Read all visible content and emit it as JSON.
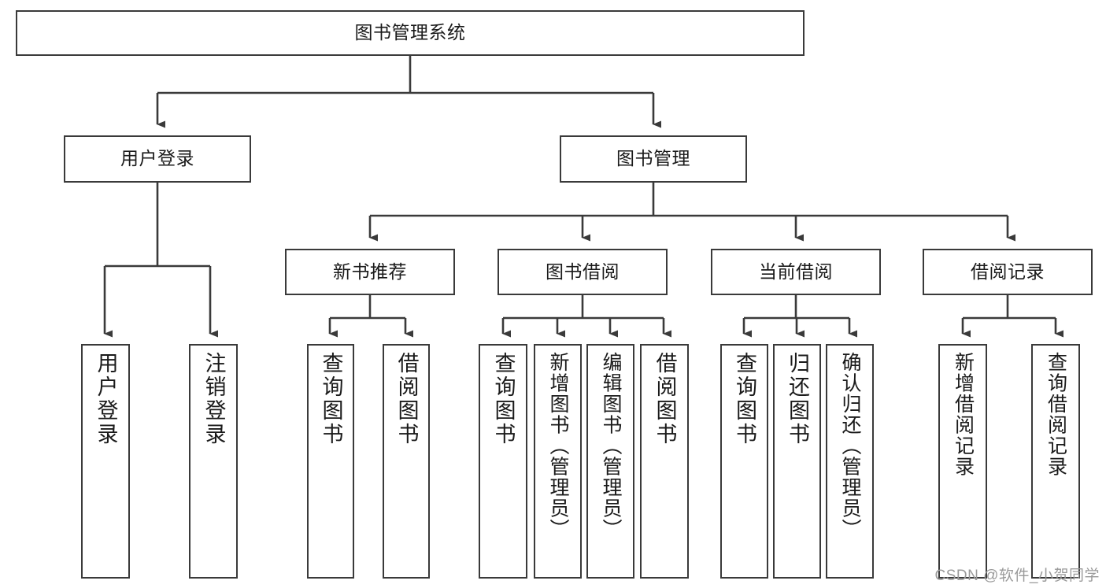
{
  "diagram": {
    "type": "tree-hierarchy-chart",
    "title": "图书管理系统",
    "line_color": "#3a3a3a",
    "text_color": "#1a1a1a",
    "background": "#ffffff",
    "root": {
      "id": "root",
      "label": "图书管理系统",
      "orientation": "horizontal"
    },
    "level1": [
      {
        "id": "user-login",
        "label": "用户登录",
        "orientation": "horizontal"
      },
      {
        "id": "book-manage",
        "label": "图书管理",
        "orientation": "horizontal"
      }
    ],
    "level2": [
      {
        "id": "new-book-recommend",
        "label": "新书推荐",
        "orientation": "horizontal",
        "parent": "book-manage"
      },
      {
        "id": "book-borrow",
        "label": "图书借阅",
        "orientation": "horizontal",
        "parent": "book-manage"
      },
      {
        "id": "current-borrow",
        "label": "当前借阅",
        "orientation": "horizontal",
        "parent": "book-manage"
      },
      {
        "id": "borrow-record",
        "label": "借阅记录",
        "orientation": "horizontal",
        "parent": "book-manage"
      }
    ],
    "leaves": [
      {
        "id": "leaf-user-login",
        "label": "用户登录",
        "parent": "user-login",
        "orientation": "vertical"
      },
      {
        "id": "leaf-user-logout",
        "label": "注销登录",
        "parent": "user-login",
        "orientation": "vertical"
      },
      {
        "id": "leaf-query-book-1",
        "label": "查询图书",
        "parent": "new-book-recommend",
        "orientation": "vertical"
      },
      {
        "id": "leaf-borrow-book-1",
        "label": "借阅图书",
        "parent": "new-book-recommend",
        "orientation": "vertical"
      },
      {
        "id": "leaf-query-book-2",
        "label": "查询图书",
        "parent": "book-borrow",
        "orientation": "vertical"
      },
      {
        "id": "leaf-add-book",
        "label": "新增图书（管理员）",
        "parent": "book-borrow",
        "orientation": "vertical"
      },
      {
        "id": "leaf-edit-book",
        "label": "编辑图书（管理员）",
        "parent": "book-borrow",
        "orientation": "vertical"
      },
      {
        "id": "leaf-borrow-book-2",
        "label": "借阅图书",
        "parent": "book-borrow",
        "orientation": "vertical"
      },
      {
        "id": "leaf-query-book-3",
        "label": "查询图书",
        "parent": "current-borrow",
        "orientation": "vertical"
      },
      {
        "id": "leaf-return-book",
        "label": "归还图书",
        "parent": "current-borrow",
        "orientation": "vertical"
      },
      {
        "id": "leaf-confirm-return",
        "label": "确认归还（管理员）",
        "parent": "current-borrow",
        "orientation": "vertical"
      },
      {
        "id": "leaf-add-record",
        "label": "新增借阅记录",
        "parent": "borrow-record",
        "orientation": "vertical"
      },
      {
        "id": "leaf-query-record",
        "label": "查询借阅记录",
        "parent": "borrow-record",
        "orientation": "vertical"
      }
    ]
  },
  "watermark": {
    "text": "CSDN @软件_小贺同学"
  }
}
